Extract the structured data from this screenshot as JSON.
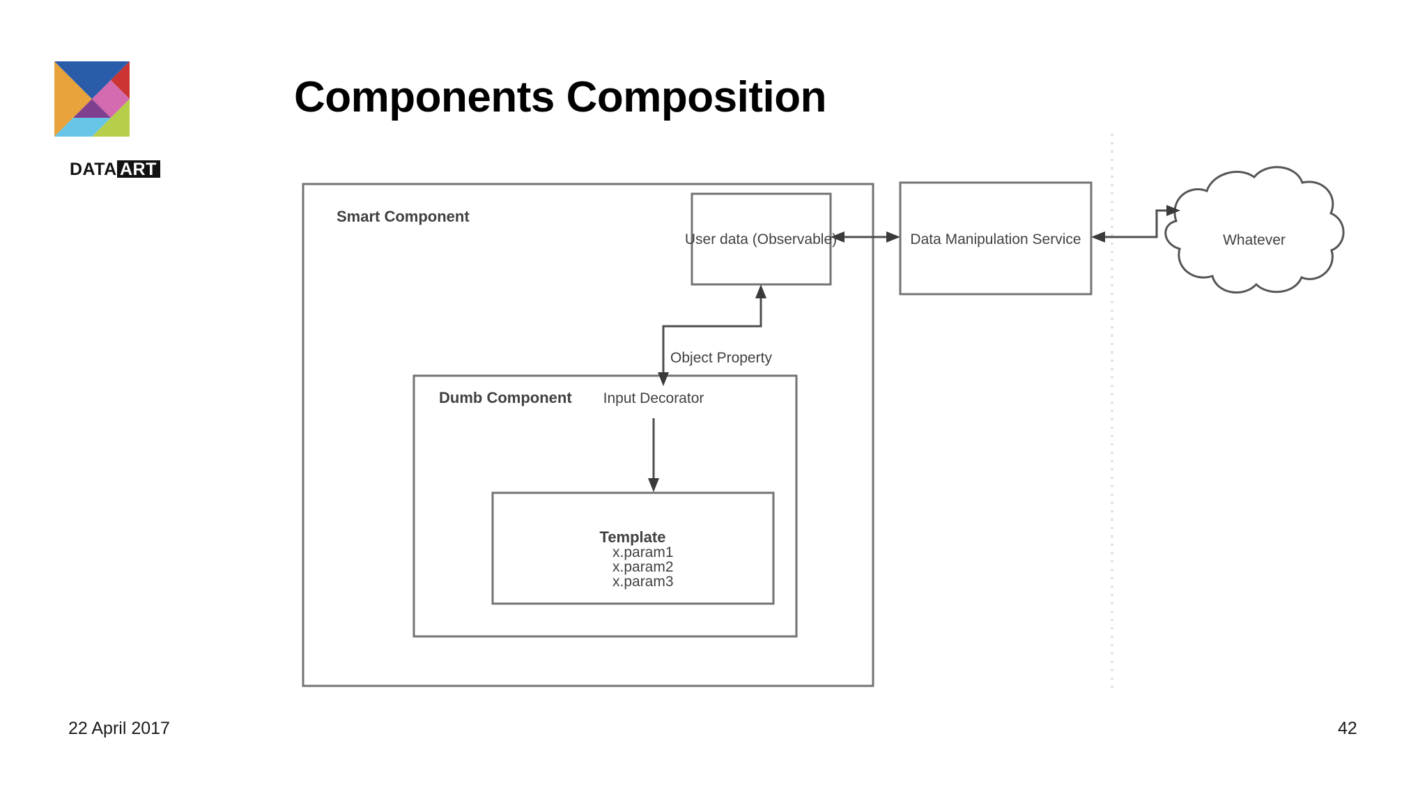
{
  "slide": {
    "title": "Components Composition",
    "footer_date": "22 April 2017",
    "page_number": "42",
    "background_color": "#ffffff"
  },
  "logo": {
    "name": "dataart-logo",
    "wordmark_primary": "DATA",
    "wordmark_secondary": "ART",
    "colors": {
      "orange": "#e8a33d",
      "blue": "#2a5caa",
      "red": "#cc3333",
      "pink": "#d46bb0",
      "purple": "#7e3f8f",
      "green": "#b5cf4a",
      "cyan": "#67c6e8"
    }
  },
  "diagram": {
    "type": "component-composition",
    "nodes": [
      {
        "id": "smart-component",
        "label": "Smart Component",
        "shape": "rect",
        "bold": true
      },
      {
        "id": "user-data",
        "label": "User data (Observable)",
        "shape": "rect",
        "bold": false
      },
      {
        "id": "data-service",
        "label": "Data Manipulation Service",
        "shape": "rect",
        "bold": false
      },
      {
        "id": "whatever",
        "label": "Whatever",
        "shape": "cloud",
        "bold": false
      },
      {
        "id": "dumb-component",
        "label": "Dumb Component",
        "shape": "rect",
        "bold": true
      },
      {
        "id": "input-decorator",
        "label": "Input Decorator",
        "shape": "label",
        "bold": false
      },
      {
        "id": "object-property",
        "label": "Object Property",
        "shape": "label",
        "bold": false
      },
      {
        "id": "template",
        "label": "Template",
        "shape": "rect",
        "bold": true
      }
    ],
    "template_params": [
      "x.param1",
      "x.param2",
      "x.param3"
    ],
    "edges": [
      {
        "from": "user-data",
        "to": "data-service",
        "direction": "both",
        "label": ""
      },
      {
        "from": "whatever",
        "to": "data-service",
        "direction": "both",
        "label": ""
      },
      {
        "from": "user-data",
        "to": "dumb-component",
        "direction": "down",
        "label": "Object Property"
      },
      {
        "from": "input-decorator",
        "to": "template",
        "direction": "down",
        "label": ""
      }
    ],
    "divider": {
      "orientation": "vertical",
      "style": "dotted",
      "color": "#d9d9d9"
    },
    "line_color": "#4d4d4d",
    "box_stroke": "#737373"
  }
}
